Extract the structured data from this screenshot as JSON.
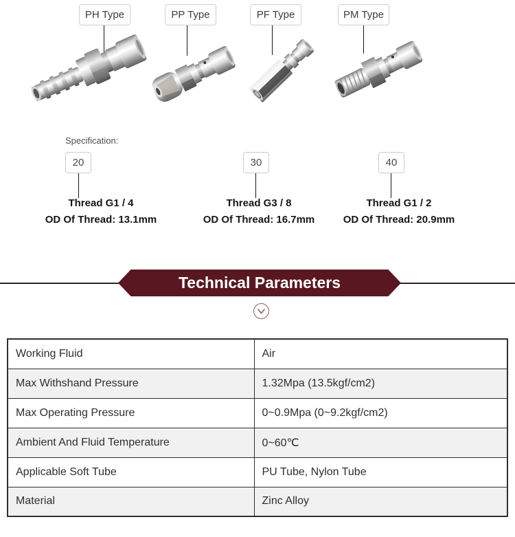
{
  "products": {
    "types": [
      {
        "label": "PH Type"
      },
      {
        "label": "PP Type"
      },
      {
        "label": "PF Type"
      },
      {
        "label": "PM Type"
      }
    ]
  },
  "specification": {
    "heading": "Specification:",
    "items": [
      {
        "size": "20",
        "thread": "Thread G1 / 4",
        "od_of_thread": "OD Of Thread: 13.1mm"
      },
      {
        "size": "30",
        "thread": "Thread G3 / 8",
        "od_of_thread": "OD Of Thread: 16.7mm"
      },
      {
        "size": "40",
        "thread": "Thread G1 / 2",
        "od_of_thread": "OD Of Thread: 20.9mm"
      }
    ]
  },
  "technical_parameters": {
    "title": "Technical Parameters",
    "banner_color": "#591722",
    "chevron_icon": "chevron-down-circle-icon"
  },
  "parameters_table": {
    "rows": [
      {
        "label": "Working Fluid",
        "value": "Air"
      },
      {
        "label": "Max Withshand Pressure",
        "value": "1.32Mpa (13.5kgf/cm2)"
      },
      {
        "label": "Max Operating Pressure",
        "value": "0~0.9Mpa (0~9.2kgf/cm2)"
      },
      {
        "label": "Ambient And Fluid Temperature",
        "value": "0~60℃"
      },
      {
        "label": "Applicable Soft Tube",
        "value": "PU Tube, Nylon Tube"
      },
      {
        "label": "Material",
        "value": "Zinc Alloy"
      }
    ],
    "alt_row_color": "#f1f1f1",
    "border_color": "#2f2f2f"
  },
  "icons": {
    "ph_product": "hose-barb-quick-coupling-icon",
    "pp_product": "tube-nut-quick-coupling-icon",
    "pf_product": "female-thread-quick-coupling-icon",
    "pm_product": "male-thread-quick-coupling-icon",
    "chevron": "chevron-down-circle-icon"
  }
}
